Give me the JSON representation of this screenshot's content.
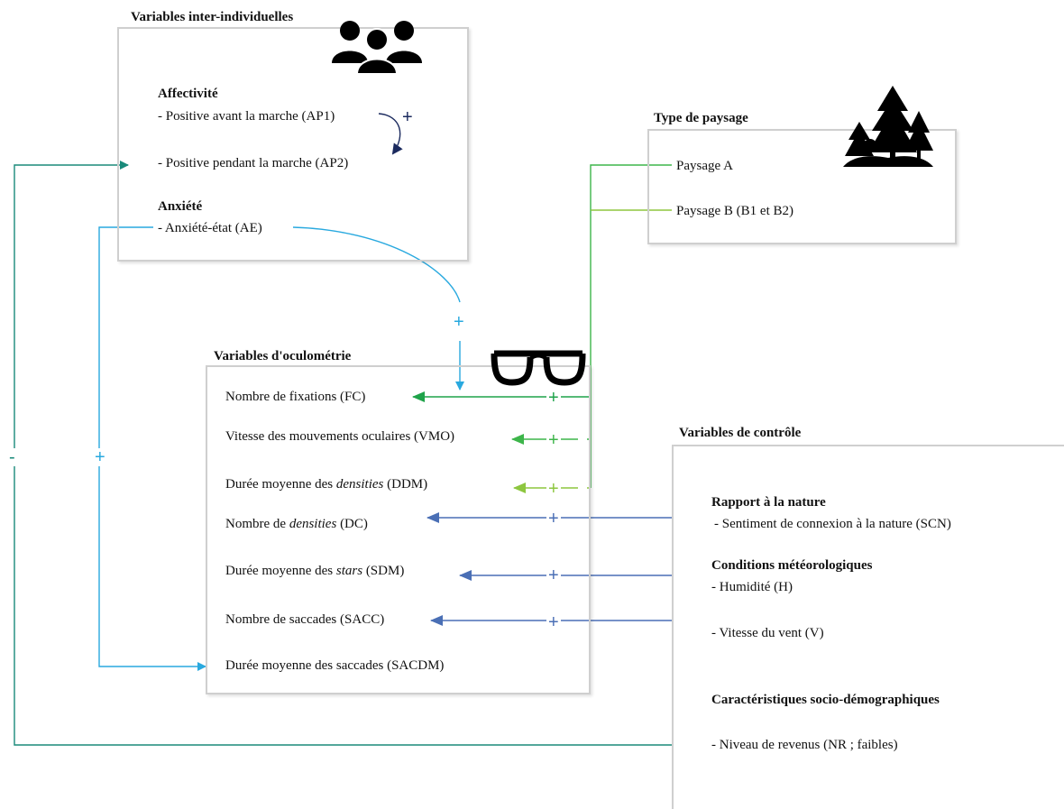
{
  "inter": {
    "title": "Variables inter-individuelles",
    "affect_heading": "Affectivité",
    "ap1": "- Positive avant la marche (AP1)",
    "ap2": "- Positive pendant la marche (AP2)",
    "anxiety_heading": "Anxiété",
    "ae": "- Anxiété-état (AE)",
    "icon": "group-of-people-icon"
  },
  "paysage": {
    "title": "Type de paysage",
    "a": "Paysage A",
    "b": "Paysage B (B1 et B2)",
    "icon": "trees-icon"
  },
  "oculo": {
    "title": "Variables d'oculométrie",
    "icon": "glasses-icon",
    "fc": "Nombre de fixations (FC)",
    "vmo": "Vitesse des mouvements oculaires (VMO)",
    "ddm_pre": "Durée moyenne des ",
    "ddm_em": "densities",
    "ddm_post": " (DDM)",
    "dc_pre": "Nombre de ",
    "dc_em": "densities",
    "dc_post": " (DC)",
    "sdm_pre": "Durée moyenne des ",
    "sdm_em": "stars",
    "sdm_post": " (SDM)",
    "sacc": "Nombre de saccades (SACC)",
    "sacdm": "Durée moyenne des saccades (SACDM)"
  },
  "controle": {
    "title": "Variables de contrôle",
    "nature_heading": "Rapport à la nature",
    "scn": "- Sentiment de connexion à la nature (SCN)",
    "meteo_heading": "Conditions météorologiques",
    "h": "- Humidité (H)",
    "v": "- Vitesse du vent (V)",
    "socio_heading": "Caractéristiques socio-démographiques",
    "nr": "- Niveau de revenus (NR ; faibles)"
  },
  "signs": {
    "plus": "+",
    "minus": "-"
  },
  "colors": {
    "teal": "#1a8a7a",
    "cyan": "#29a9df",
    "green_dark": "#1fa34a",
    "green_mid": "#3db54a",
    "green_light": "#8dc63f",
    "blue": "#4a6fb5",
    "navy": "#1b2a5e",
    "box_border": "#cfcfcf"
  }
}
